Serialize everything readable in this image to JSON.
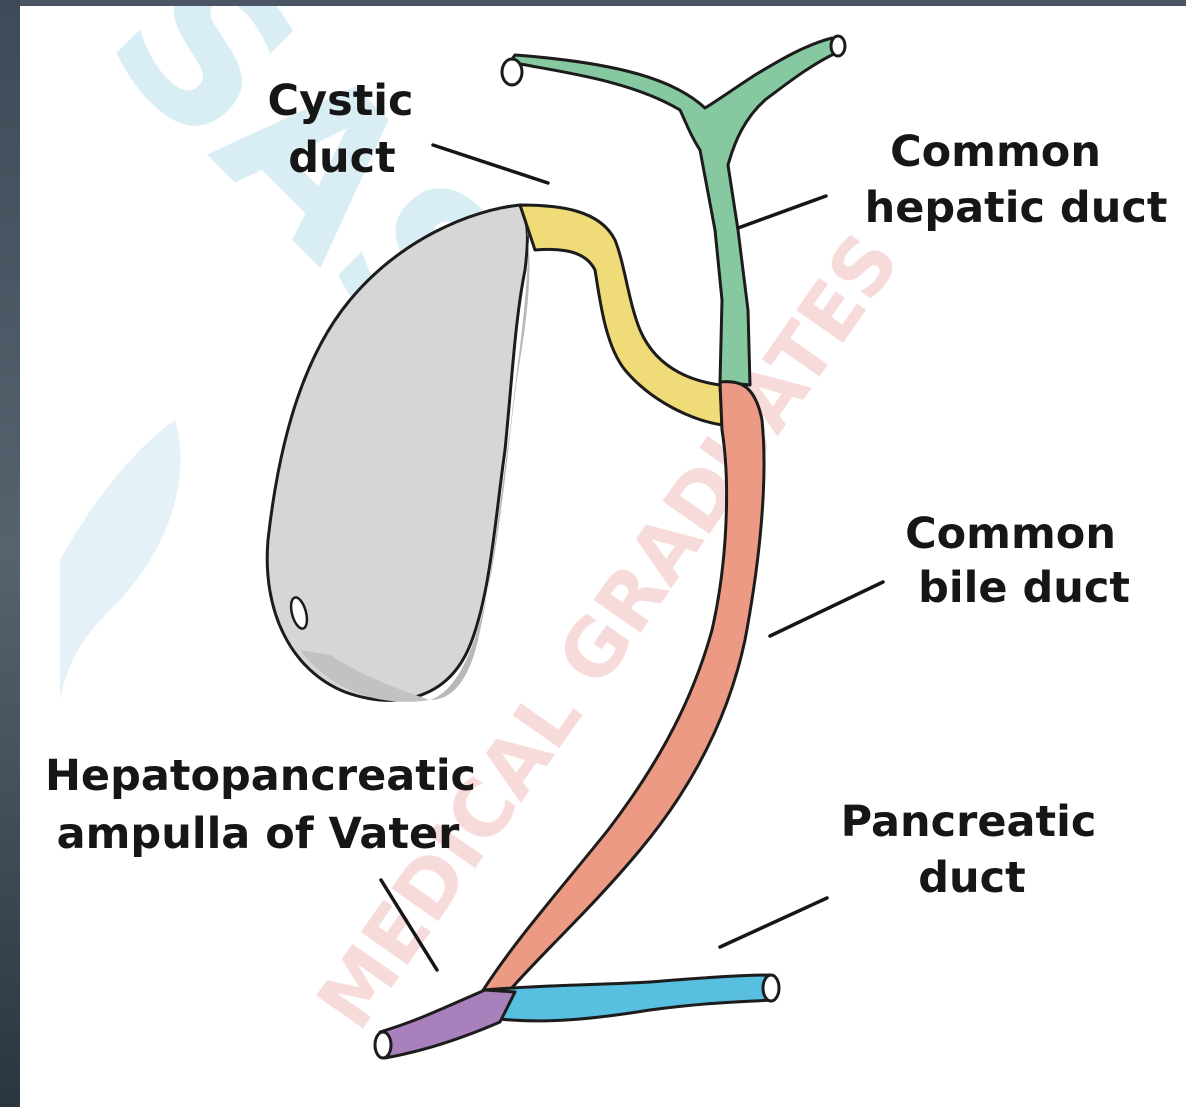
{
  "diagram": {
    "labels": {
      "cystic_duct": [
        "Cystic",
        "duct"
      ],
      "common_hepatic_duct": [
        "Common",
        "hepatic duct"
      ],
      "common_bile_duct": [
        "Common",
        "bile duct"
      ],
      "ampulla": [
        "Hepatopancreatic",
        "ampulla of Vater"
      ],
      "pancreatic_duct": [
        "Pancreatic",
        "duct"
      ]
    },
    "watermark": {
      "logo_text": "SAS",
      "red_text": "MEDICAL GRADUATES"
    },
    "colors": {
      "gallbladder": "#d4d4d4",
      "gallbladder_shade": "#b5b5b5",
      "cystic_duct": "#efdc78",
      "common_hepatic_duct": "#86c9a0",
      "common_bile_duct": "#ec9a83",
      "pancreatic_duct": "#58bfe0",
      "ampulla": "#a880bb",
      "outline": "#1c1c1c",
      "watermark_blue": "#cfe9f2",
      "watermark_red": "#f6d3d3"
    }
  }
}
